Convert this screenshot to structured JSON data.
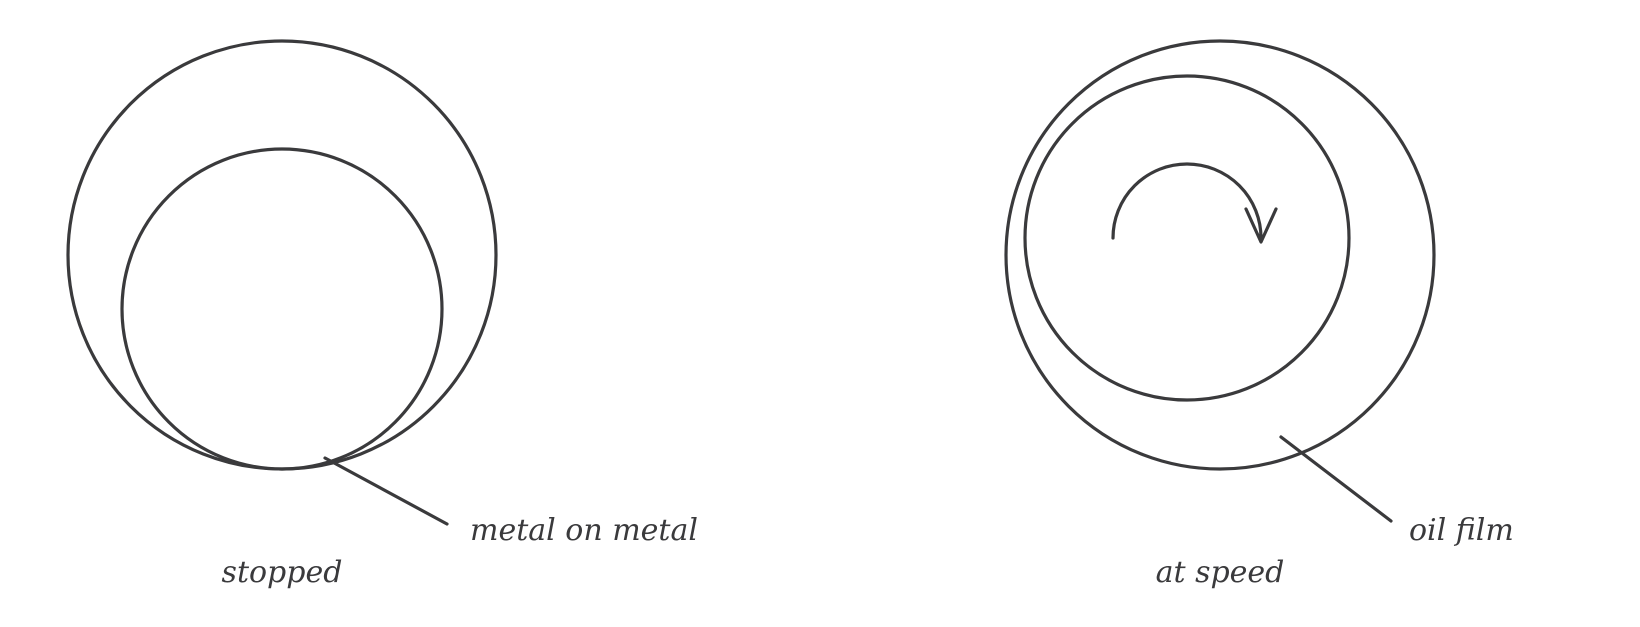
{
  "panels": {
    "stopped": {
      "caption": "stopped",
      "callout": "metal on metal"
    },
    "at_speed": {
      "caption": "at speed",
      "callout": "oil film"
    }
  },
  "colors": {
    "stroke": "#3a3a3c",
    "background": "#ffffff"
  }
}
